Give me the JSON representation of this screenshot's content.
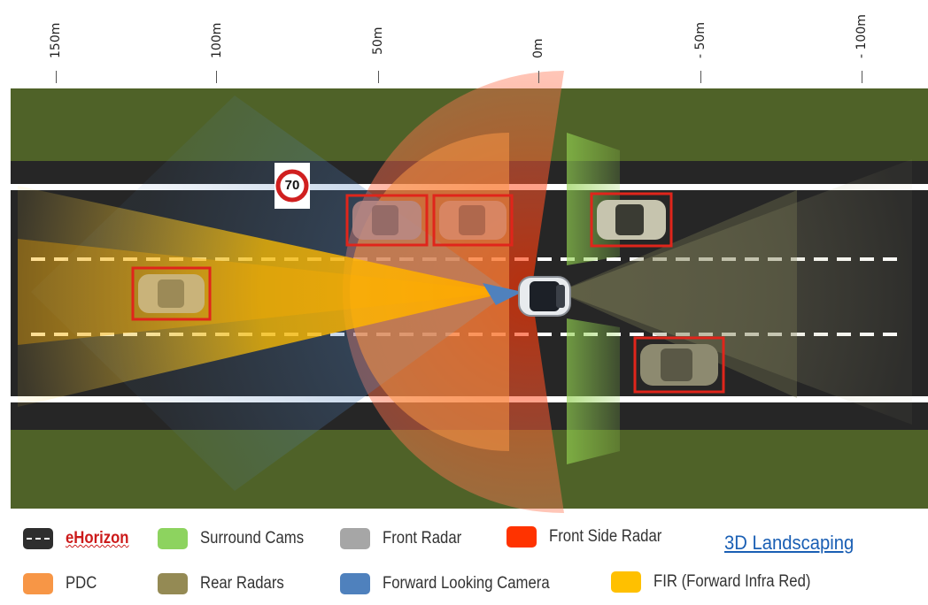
{
  "distance_scale": {
    "ticks": [
      "150m",
      "100m",
      "50m",
      "0m",
      "- 50m",
      "- 100m"
    ]
  },
  "speed_sign": {
    "value": "70"
  },
  "legend": [
    {
      "label": "eHorizon",
      "color": "#2e2e2e",
      "icon": "road-lane-icon"
    },
    {
      "label": "Surround Cams",
      "color": "#8dd35f"
    },
    {
      "label": "Front Radar",
      "color": "#a6a6a6"
    },
    {
      "label": "Front Side Radar",
      "color": "#ff3300"
    },
    {
      "label": "PDC",
      "color": "#f79646"
    },
    {
      "label": "Rear Radars",
      "color": "#948a54"
    },
    {
      "label": "Forward Looking Camera",
      "color": "#4f81bd"
    },
    {
      "label": "FIR (Forward Infra Red)",
      "color": "#ffc000"
    }
  ],
  "link": {
    "label": "3D Landscaping"
  },
  "colors": {
    "grass": "#4f6228",
    "road": "#262626",
    "detection_box": "#e0251b"
  }
}
